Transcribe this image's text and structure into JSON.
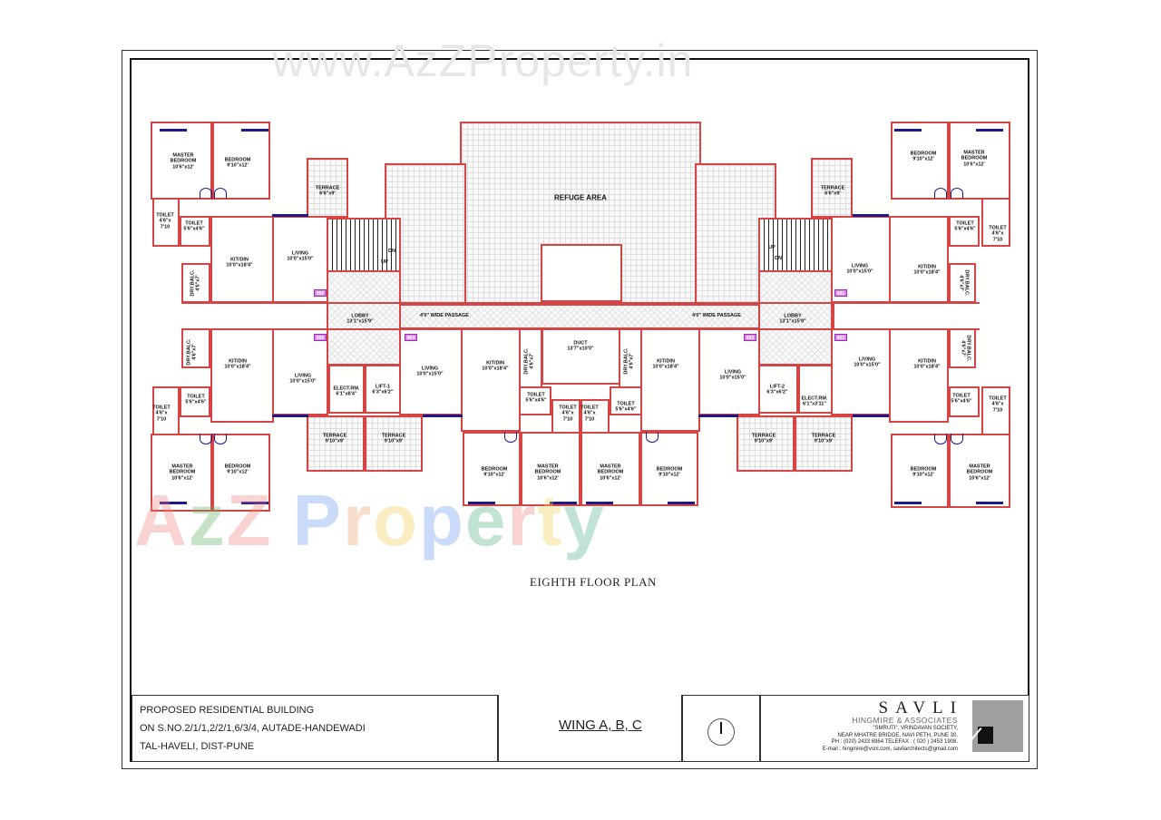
{
  "watermarks": {
    "url": "www.AzZProperty.in",
    "brand": [
      "A",
      "z",
      "Z",
      " ",
      "P",
      "r",
      "o",
      "p",
      "e",
      "r",
      "t",
      "y"
    ],
    "brand_colors": [
      "#f08080",
      "#80c080",
      "#f08080",
      "#fff",
      "#7aa6f0",
      "#f0a070",
      "#f0d060",
      "#7aa6f0",
      "#60c090",
      "#f08080",
      "#f0d060",
      "#60c090"
    ]
  },
  "plan": {
    "title": "EIGHTH FLOOR PLAN",
    "refuge_area": "REFUGE AREA",
    "passage_left": "4'0\" WIDE PASSAGE",
    "passage_right": "4'0\" WIDE PASSAGE",
    "duct": "DUCT\n13'7\"x10'0\"",
    "lobby_left": "LOBBY\n13'1\"x15'9\"",
    "lobby_right": "LOBBY\n13'1\"x15'9\"",
    "lift_1": "LIFT-1\n6'3\"x6'2\"",
    "lift_2": "LIFT-2\n6'3\"x6'2\"",
    "elect_left": "ELECT.RM.\n6'1\"x8'4\"",
    "elect_right": "ELECT.RM.\n6'1\"x3'11\"",
    "stair_up": "UP",
    "stair_dn": "DN",
    "unit_tags": {
      "u801": "801",
      "u802": "802",
      "u803": "803",
      "u804": "804",
      "u805": "805",
      "u806": "806"
    },
    "rooms": {
      "master_bedroom": "MASTER\nBEDROOM\n10'6\"x12'",
      "bedroom": "BEDROOM\n9'10\"x12'",
      "living": "LIVING\n10'0\"x15'0\"",
      "kit_din": "KIT/DIN\n10'0\"x18'4\"",
      "toilet_large": "TOILET\n4'6\"x\n7'10",
      "toilet_small": "TOILET\n5'6\"x4'6\"",
      "dry_balc": "DRY.BALC.\n4'6\"x7'",
      "terrace_small": "TERRACE\n6'6\"x9'",
      "terrace": "TERRACE\n9'10\"x9'"
    }
  },
  "title_block": {
    "project_lines": [
      "PROPOSED RESIDENTIAL BUILDING",
      "ON S.NO.2/1/1,2/2/1,6/3/4, AUTADE-HANDEWADI",
      "TAL-HAVELI, DIST-PUNE"
    ],
    "wing": "WING A, B, C",
    "firm": {
      "name": "SAVLI",
      "subtitle": "HINGMIRE & ASSOCIATES",
      "address_1": "\"SMRUTI\", VRINDAVAN SOCIETY,",
      "address_2": "NEAR MHATRE BRIDGE, NAVI PETH, PUNE 30.",
      "phone": "PH : (020) 2433 6964       TELEFAX : ( 020 ) 2453 1908.",
      "email": "E-mail : hingmire@vsnl.com, savliarchitects@gmail.com"
    }
  }
}
